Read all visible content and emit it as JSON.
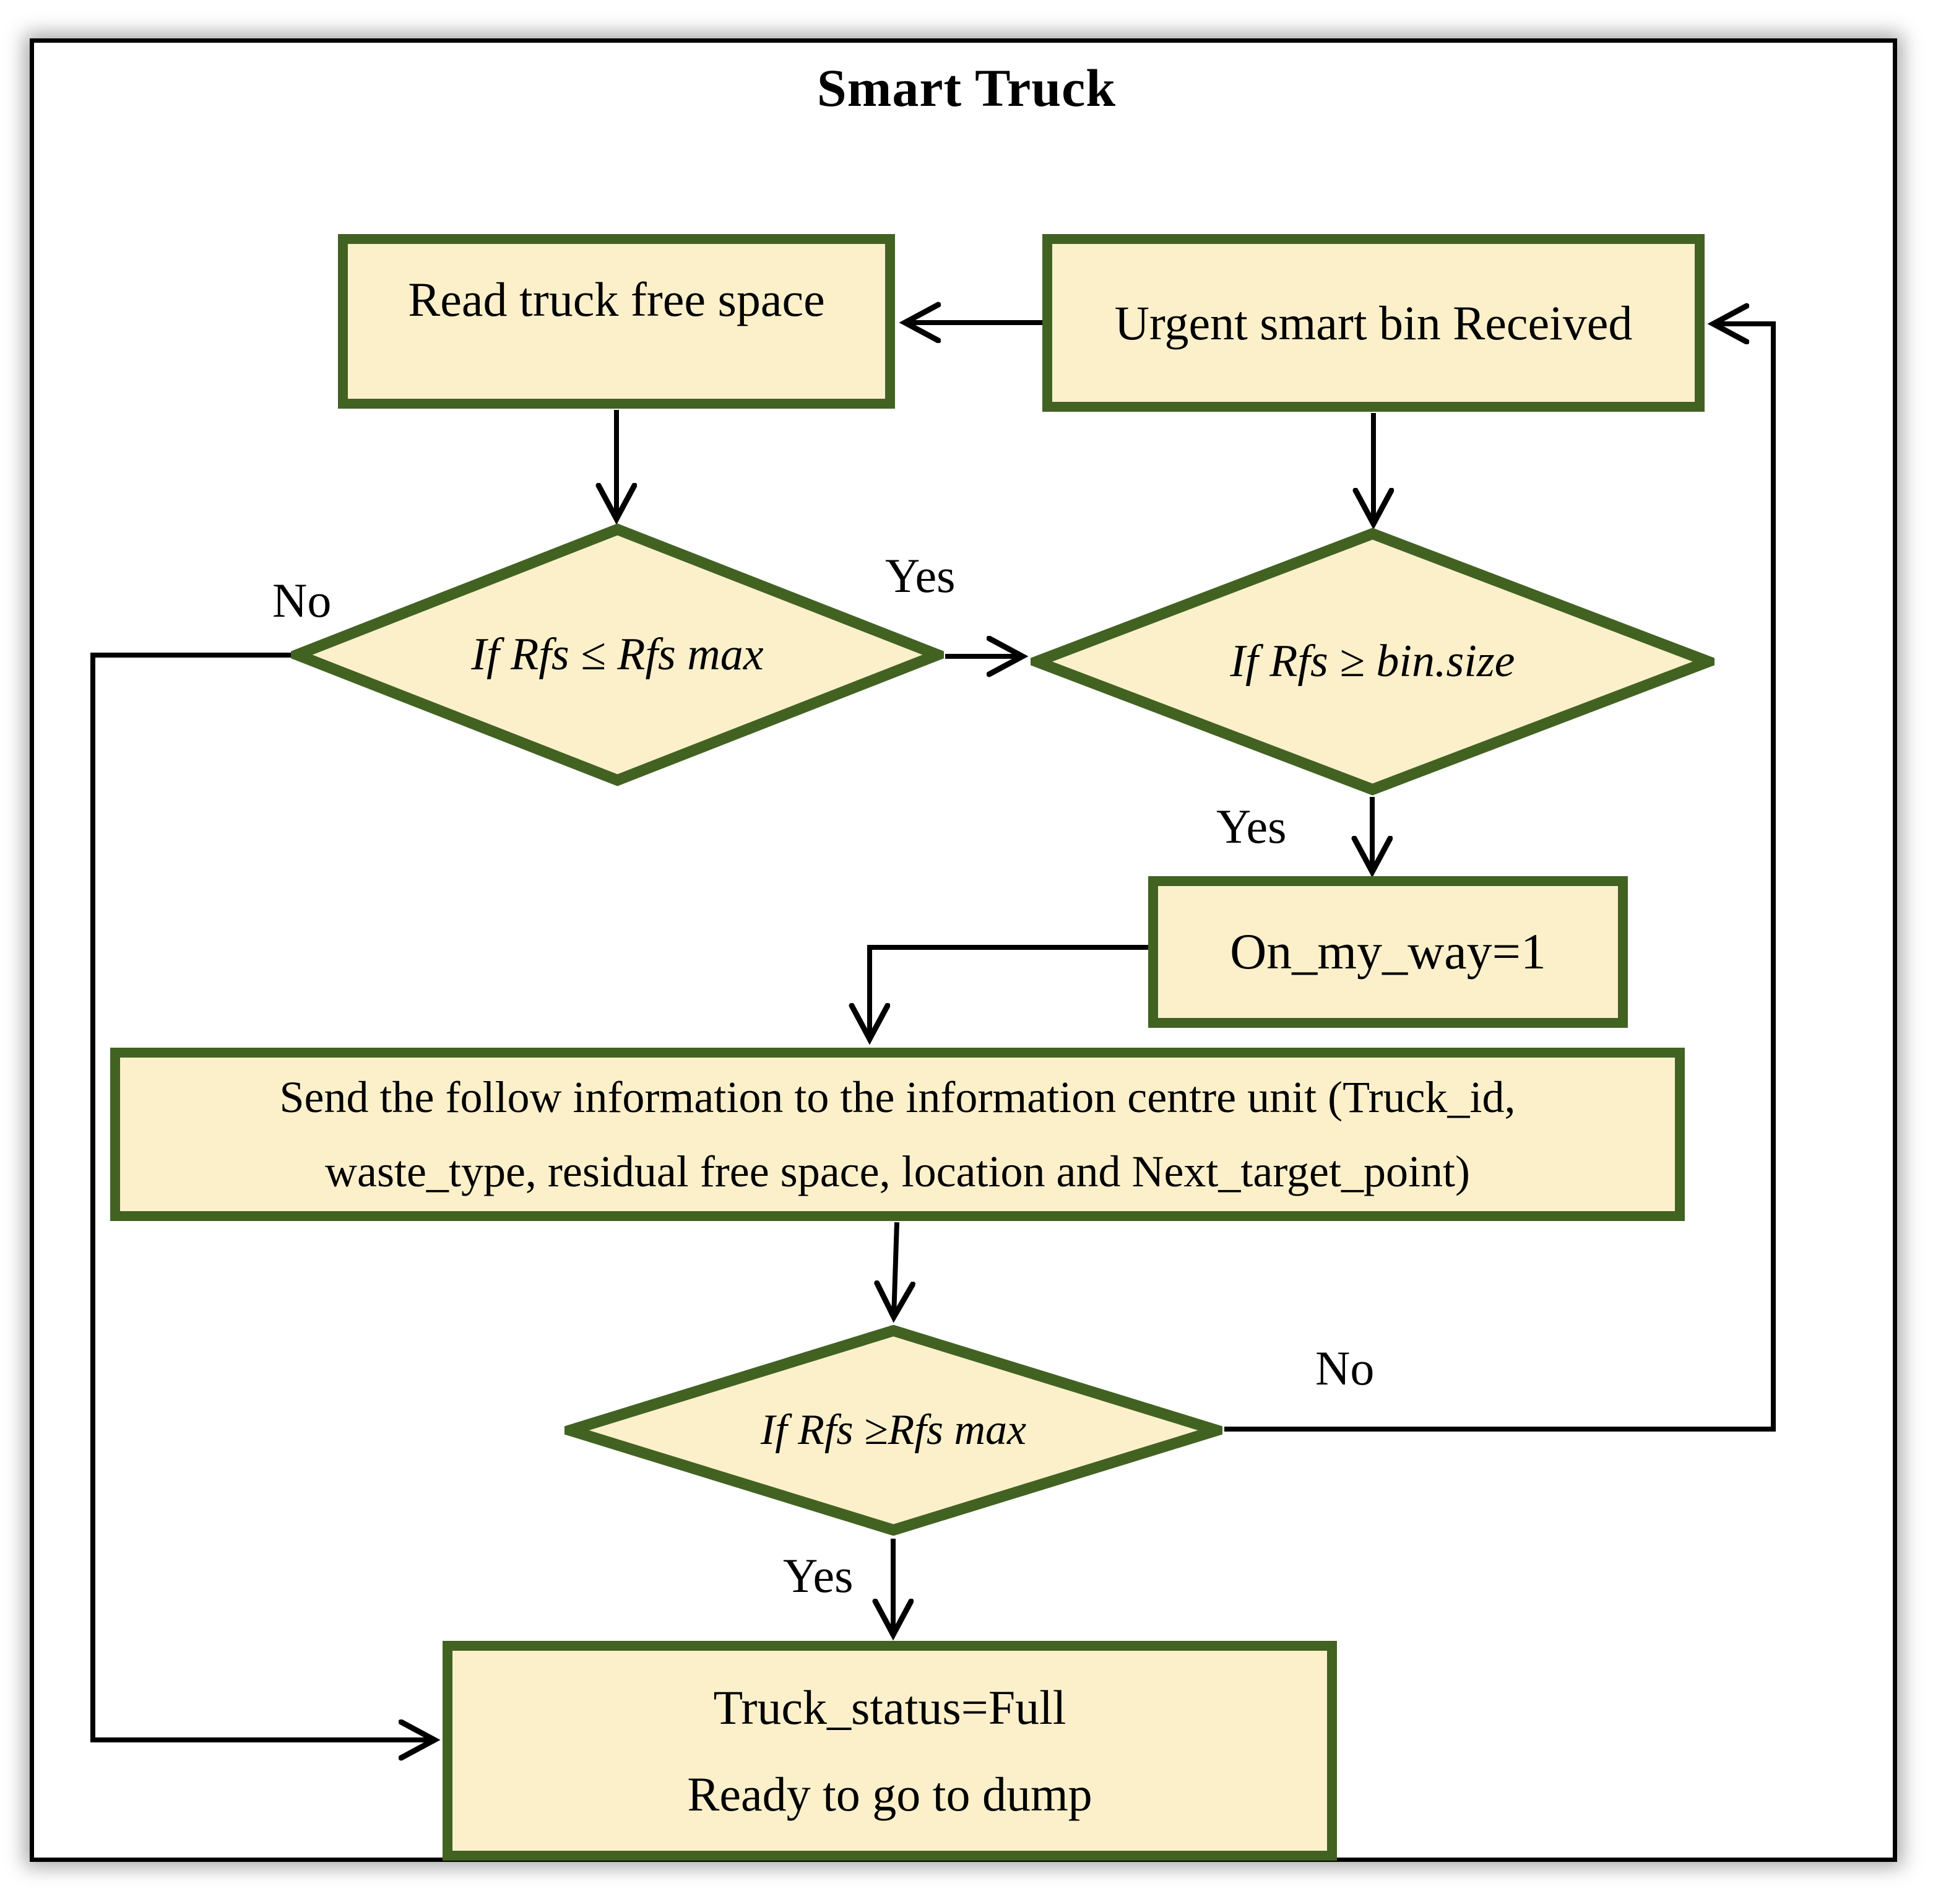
{
  "title": "Smart Truck",
  "colors": {
    "node_fill": "#fcf0cb",
    "node_border": "#426222",
    "connector": "#000000",
    "text": "#000000"
  },
  "nodes": {
    "read_truck": {
      "label": "Read truck free space"
    },
    "urgent_bin": {
      "label": "Urgent smart bin Received"
    },
    "cond_capacity": {
      "label": "If Rfs ≤ Rfs max"
    },
    "cond_bin_size": {
      "label": "If Rfs ≥ bin.size"
    },
    "on_my_way": {
      "label": "On_my_way=1"
    },
    "send_info": {
      "line1": "Send the follow information to the information centre unit (Truck_id,",
      "line2": "waste_type, residual free space, location and Next_target_point)"
    },
    "cond_truck_full": {
      "label": "If Rfs ≥Rfs max"
    },
    "truck_full": {
      "line1": "Truck_status=Full",
      "line2": "Ready to go to dump"
    }
  },
  "edge_labels": {
    "capacity_yes": "Yes",
    "capacity_no": "No",
    "bin_size_yes": "Yes",
    "truck_full_no": "No",
    "truck_full_yes": "Yes"
  }
}
